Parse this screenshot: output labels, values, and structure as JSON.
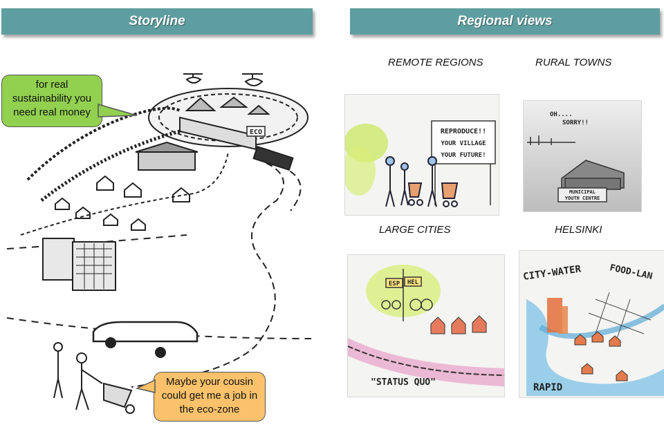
{
  "headers": {
    "storyline": "Storyline",
    "regional_views": "Regional views"
  },
  "captions": {
    "remote_regions": "REMOTE REGIONS",
    "rural_towns": "RURAL TOWNS",
    "large_cities": "LARGE CITIES",
    "helsinki": "HELSINKI"
  },
  "bubbles": {
    "green_text": "for real sustainability you need real money",
    "orange_text": "Maybe your cousin could get me a job in the eco-zone"
  },
  "sketch_labels": {
    "eco_sign": "ECO",
    "remote_sign_1": "REPRODUCE!!",
    "remote_sign_2": "YOUR VILLAGE",
    "remote_sign_3": "YOUR FUTURE!",
    "rural_speech_1": "OH....",
    "rural_speech_2": "SORRY!!",
    "rural_sign_1": "MUNICIPAL",
    "rural_sign_2": "YOUTH CENTRE",
    "city_sign_esp": "ESP",
    "city_sign_hel": "HEL",
    "city_caption": "\"STATUS QUO\"",
    "hel_water": "CITY-WATER",
    "hel_food": "FOOD-LAN",
    "hel_rapid": "RAPID"
  },
  "colors": {
    "header_bg": "#5f9ea0",
    "green_bubble": "#92d050",
    "orange_bubble": "#fbc26b"
  }
}
